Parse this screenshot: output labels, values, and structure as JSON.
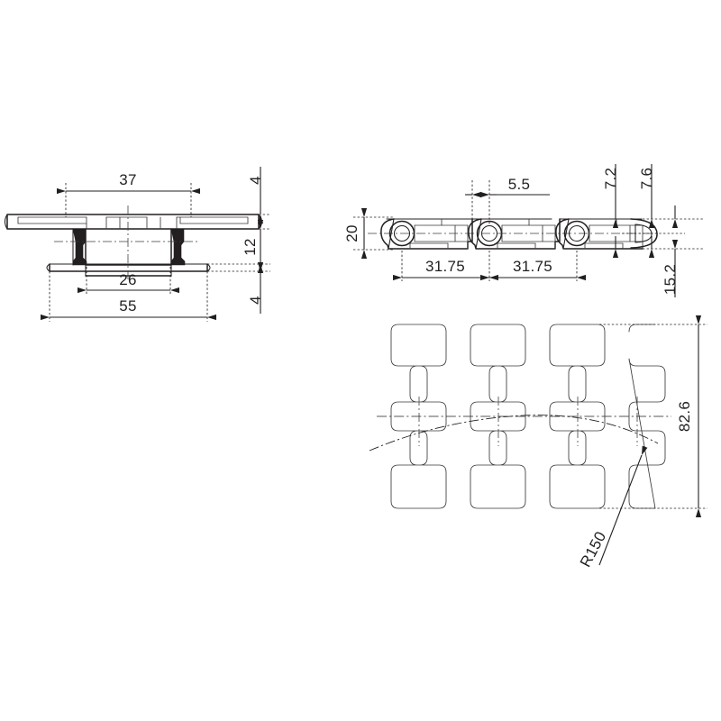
{
  "drawing": {
    "title": "Modular conveyor chain belt - orthographic technical drawing",
    "background_color": "#ffffff",
    "line_color": "#231f20",
    "units": "mm",
    "views": [
      {
        "id": "front-section-view",
        "name": "Front cross-section view",
        "position": "top-left"
      },
      {
        "id": "side-elevation-view",
        "name": "Side elevation view of chain links",
        "position": "top-right"
      },
      {
        "id": "plan-view",
        "name": "Plan view of interlocking belt modules",
        "position": "bottom-right"
      }
    ]
  },
  "dimensions": {
    "front_view": {
      "width_top_flange": "37",
      "width_overall": "55",
      "width_hub": "26",
      "height_top_plate": "4",
      "height_body": "12",
      "height_base": "4"
    },
    "side_view": {
      "pin_spacing_1": "31.75",
      "pin_spacing_2": "31.75",
      "link_offset": "5.5",
      "link_height": "20",
      "top_to_pin": "7.2",
      "top_to_center": "7.6",
      "total_depth": "15.2"
    },
    "plan_view": {
      "belt_width": "82.6",
      "turn_radius": "R150"
    }
  },
  "labels": {
    "d37": "37",
    "d55": "55",
    "d26": "26",
    "d4_top": "4",
    "d12": "12",
    "d4_bottom": "4",
    "d31_75_a": "31.75",
    "d31_75_b": "31.75",
    "d5_5": "5.5",
    "d20": "20",
    "d7_2": "7.2",
    "d7_6": "7.6",
    "d15_2": "15.2",
    "d82_6": "82.6",
    "r150": "R150"
  }
}
